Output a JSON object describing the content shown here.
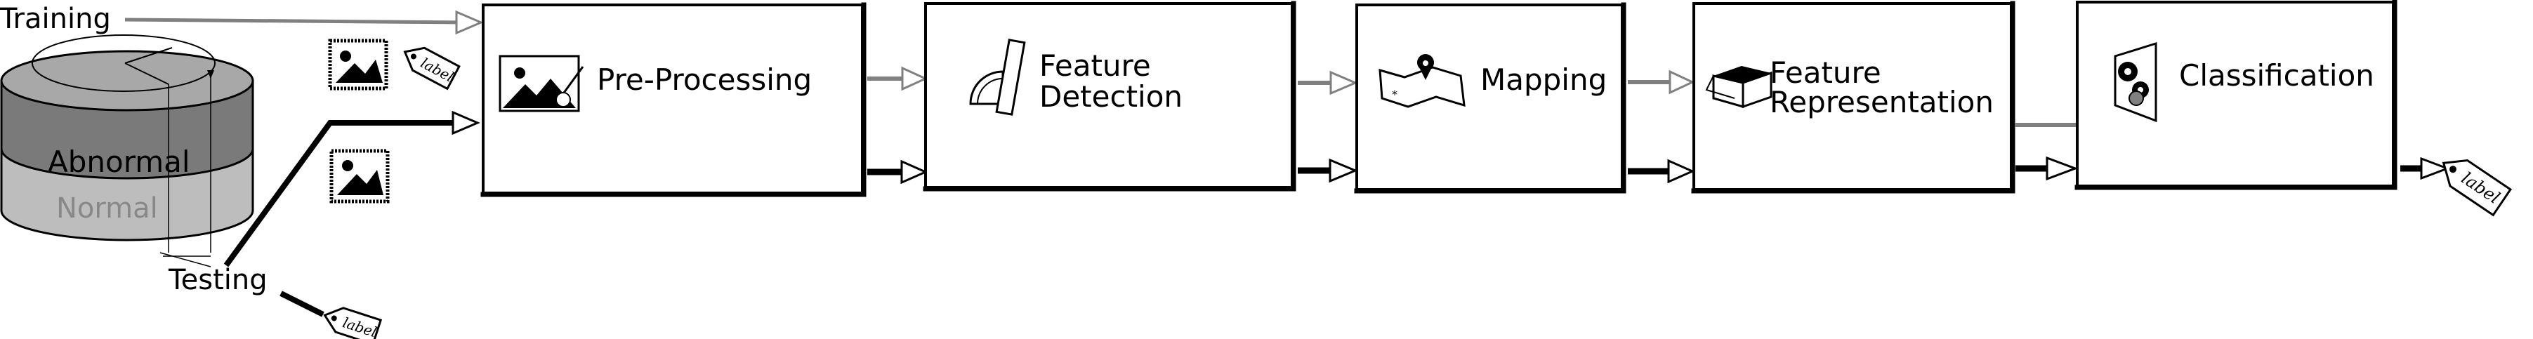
{
  "database": {
    "training_label": "Training",
    "testing_label": "Testing",
    "abnormal_label": "Abnormal",
    "normal_label": "Normal"
  },
  "stages": [
    {
      "label_lines": [
        "Pre-Processing"
      ],
      "icon": "image-edit-icon"
    },
    {
      "label_lines": [
        "Feature",
        "Detection"
      ],
      "icon": "protractor-ruler-icon"
    },
    {
      "label_lines": [
        "Mapping"
      ],
      "icon": "map-pin-icon"
    },
    {
      "label_lines": [
        "Feature",
        "Representation"
      ],
      "icon": "open-box-icon"
    },
    {
      "label_lines": [
        "Classification"
      ],
      "icon": "gears-icon"
    }
  ],
  "tags": {
    "text": "label"
  },
  "colors": {
    "training_path": "#808080",
    "testing_path": "#000000",
    "abnormal_fill": "#7a7a7a",
    "normal_fill": "#bdbdbd",
    "top_fill": "#a8a8a8"
  }
}
